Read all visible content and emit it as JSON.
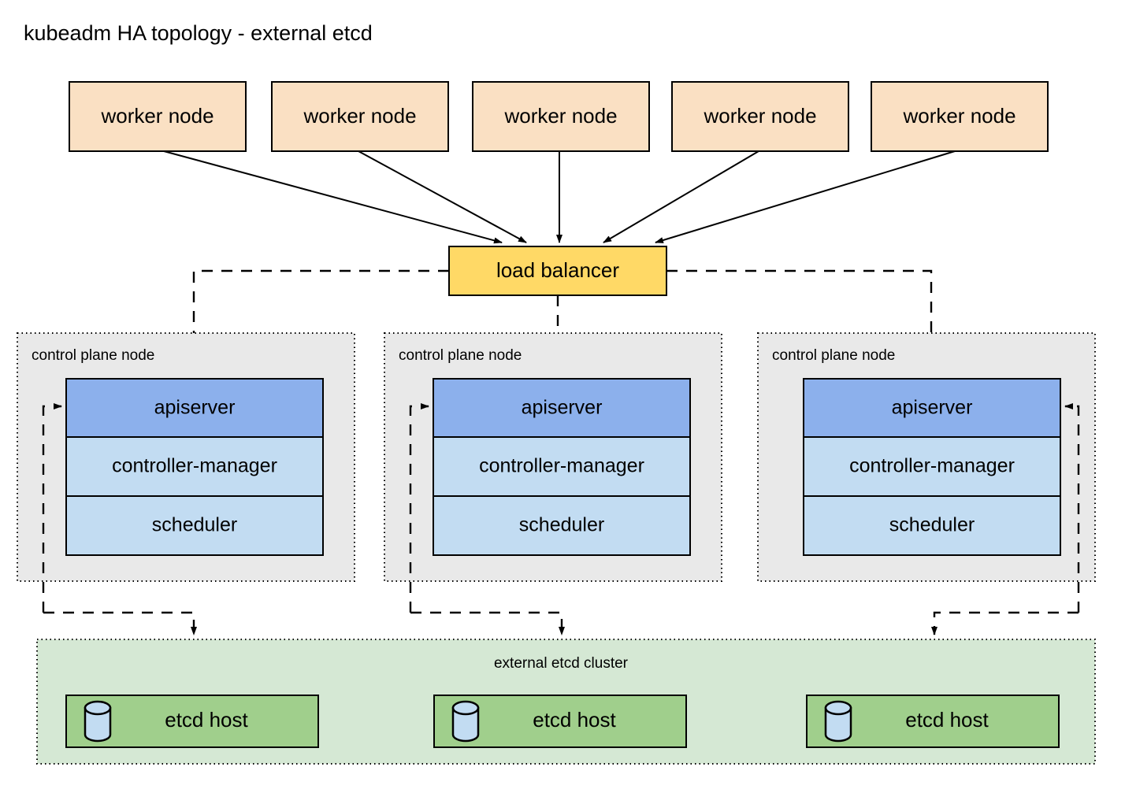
{
  "diagram": {
    "title": "kubeadm HA topology - external etcd",
    "colors": {
      "worker_fill": "#fae0c3",
      "load_balancer_fill": "#ffd966",
      "apiserver_fill": "#8cb0ec",
      "component_fill": "#c2dcf2",
      "control_plane_fill": "#e9e9e9",
      "etcd_cluster_fill": "#d5e8d4",
      "etcd_host_fill": "#a0cf8c",
      "cylinder_fill": "#c2dcf2",
      "stroke": "#000000"
    },
    "worker_nodes": [
      {
        "label": "worker node"
      },
      {
        "label": "worker node"
      },
      {
        "label": "worker node"
      },
      {
        "label": "worker node"
      },
      {
        "label": "worker node"
      }
    ],
    "load_balancer": {
      "label": "load balancer"
    },
    "control_planes": [
      {
        "title": "control plane node",
        "components": [
          {
            "label": "apiserver",
            "kind": "apiserver"
          },
          {
            "label": "controller-manager",
            "kind": "component"
          },
          {
            "label": "scheduler",
            "kind": "component"
          }
        ]
      },
      {
        "title": "control plane node",
        "components": [
          {
            "label": "apiserver",
            "kind": "apiserver"
          },
          {
            "label": "controller-manager",
            "kind": "component"
          },
          {
            "label": "scheduler",
            "kind": "component"
          }
        ]
      },
      {
        "title": "control plane node",
        "components": [
          {
            "label": "apiserver",
            "kind": "apiserver"
          },
          {
            "label": "controller-manager",
            "kind": "component"
          },
          {
            "label": "scheduler",
            "kind": "component"
          }
        ]
      }
    ],
    "etcd_cluster": {
      "label": "external etcd cluster",
      "hosts": [
        {
          "label": "etcd host",
          "icon": "database-cylinder-icon"
        },
        {
          "label": "etcd host",
          "icon": "database-cylinder-icon"
        },
        {
          "label": "etcd host",
          "icon": "database-cylinder-icon"
        }
      ]
    }
  }
}
